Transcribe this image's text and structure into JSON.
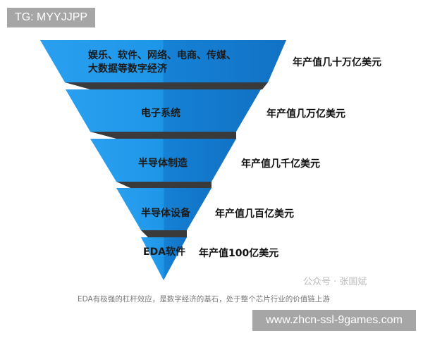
{
  "badge": "TG: MYYJJPP",
  "colors": {
    "blue_light": "#1e96e8",
    "blue_dark": "#1580d4",
    "shadow": "#3a3a3a"
  },
  "levels": [
    {
      "label_line1": "娱乐、软件、网络、电商、传媒、",
      "label_line2": "大数据等数字经济",
      "value": "年产值几十万亿美元"
    },
    {
      "label": "电子系统",
      "value": "年产值几万亿美元"
    },
    {
      "label": "半导体制造",
      "value": "年产值几千亿美元"
    },
    {
      "label": "半导体设备",
      "value": "年产值几百亿美元"
    },
    {
      "label": "EDA软件",
      "value": "年产值100亿美元"
    }
  ],
  "caption": "EDA有极强的杠杆效应，是数字经济的基石，处于整个芯片行业的价值链上游",
  "watermark": "公众号 · 张国斌",
  "url": "www.zhcn-ssl-9games.com"
}
